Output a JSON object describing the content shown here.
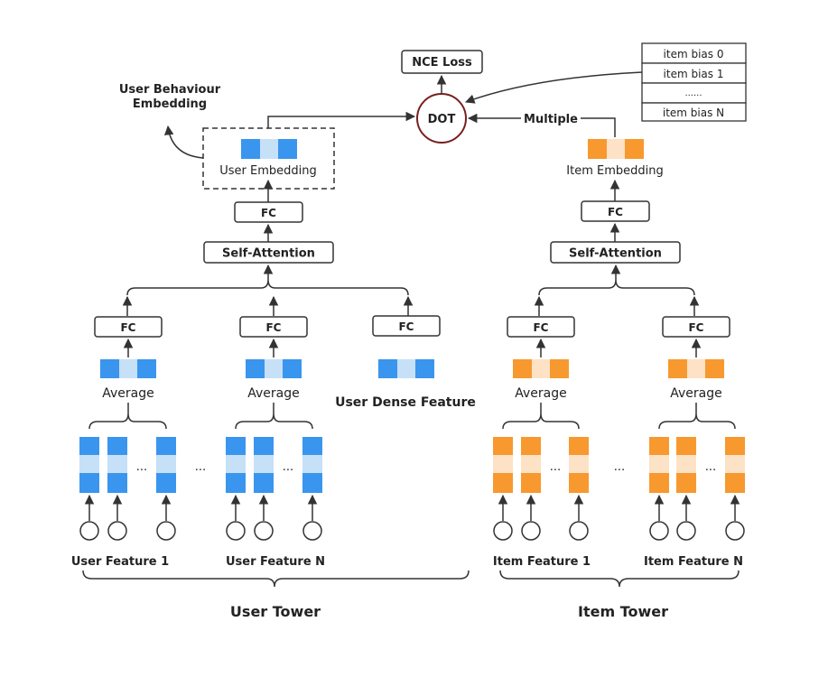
{
  "colors": {
    "user_dark": "#3a95ee",
    "user_light": "#c6e0f8",
    "item_dark": "#f7992f",
    "item_light": "#fde2c6",
    "line": "#333333",
    "dot_border": "#7a1f1f"
  },
  "top": {
    "nce_loss": "NCE Loss",
    "dot": "DOT",
    "multiple": "Multiple",
    "user_behaviour_line1": "User Behaviour",
    "user_behaviour_line2": "Embedding",
    "item_bias": [
      "item bias 0",
      "item bias 1",
      "......",
      "item bias N"
    ]
  },
  "user": {
    "embedding": "User Embedding",
    "fc": "FC",
    "self_attention": "Self-Attention",
    "average": "Average",
    "dense_feature": "User Dense Feature",
    "feature_1": "User Feature 1",
    "feature_n": "User Feature N",
    "ellipsis": "...",
    "tower": "User Tower"
  },
  "item": {
    "embedding": "Item Embedding",
    "fc": "FC",
    "self_attention": "Self-Attention",
    "average": "Average",
    "feature_1": "Item Feature 1",
    "feature_n": "Item Feature N",
    "ellipsis": "...",
    "tower": "Item Tower"
  }
}
